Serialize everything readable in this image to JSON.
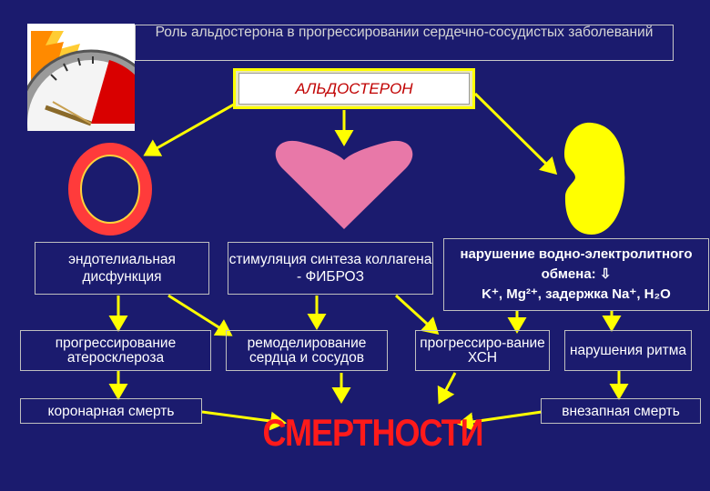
{
  "title": "Роль альдостерона в прогрессировании сердечно-сосудистых заболеваний",
  "header": "АЛЬДОСТЕРОН",
  "row1": {
    "endothelial": "эндотелиальная дисфункция",
    "fibrosis": "стимуляция синтеза коллагена - ФИБРОЗ",
    "electrolyte_line1": "нарушение водно-электролитного обмена: ⇩",
    "electrolyte_line2": "K⁺, Mg²⁺, задержка Na⁺, H₂O"
  },
  "row2": {
    "atherosclerosis": "прогрессирование атеросклероза",
    "remodeling": "ремоделирование сердца и сосудов",
    "chf": "прогрессиро-вание ХСН",
    "rhythm": "нарушения ритма"
  },
  "row3": {
    "coronary_death": "коронарная смерть",
    "sudden_death": "внезапная смерть",
    "mortality": "СМЕРТНОСТИ"
  },
  "colors": {
    "background": "#1b1b6e",
    "arrow": "#ffff00",
    "ring": "#ff3b3b",
    "heart": "#e878a8",
    "kidney": "#ffff00",
    "header_text": "#c00000",
    "mortality_text": "#ff1a1a"
  },
  "icons": [
    "gauge-icon",
    "vessel-ring-icon",
    "heart-icon",
    "kidney-icon"
  ]
}
